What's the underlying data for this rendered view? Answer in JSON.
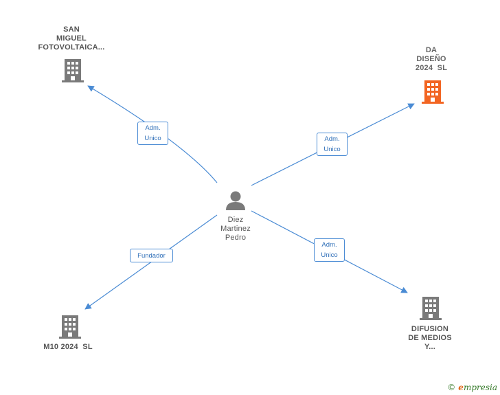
{
  "colors": {
    "edge": "#4a8bd4",
    "building_default": "#7a7a7a",
    "building_highlight": "#f26522",
    "person": "#7a7a7a"
  },
  "center": {
    "lines": [
      "Diez",
      "Martinez",
      "Pedro"
    ],
    "icon": "person-icon"
  },
  "companies": [
    {
      "id": "san-miguel",
      "lines": [
        "SAN",
        "MIGUEL",
        "FOTOVOLTAICA..."
      ],
      "icon": "building-icon",
      "highlight": false
    },
    {
      "id": "da-diseno",
      "lines": [
        "DA",
        "DISEÑO",
        "2024  SL"
      ],
      "icon": "building-icon",
      "highlight": true
    },
    {
      "id": "m10",
      "lines": [
        "M10 2024  SL"
      ],
      "icon": "building-icon",
      "highlight": false
    },
    {
      "id": "difusion",
      "lines": [
        "DIFUSION",
        "DE MEDIOS",
        "Y..."
      ],
      "icon": "building-icon",
      "highlight": false
    }
  ],
  "relations": [
    {
      "to": "san-miguel",
      "lines": [
        "Adm.",
        "Unico"
      ]
    },
    {
      "to": "da-diseno",
      "lines": [
        "Adm.",
        "Unico"
      ]
    },
    {
      "to": "m10",
      "lines": [
        "Fundador"
      ]
    },
    {
      "to": "difusion",
      "lines": [
        "Adm.",
        "Unico"
      ]
    }
  ],
  "brand": {
    "copyright": "©",
    "initial": "e",
    "rest": "mpresia"
  }
}
